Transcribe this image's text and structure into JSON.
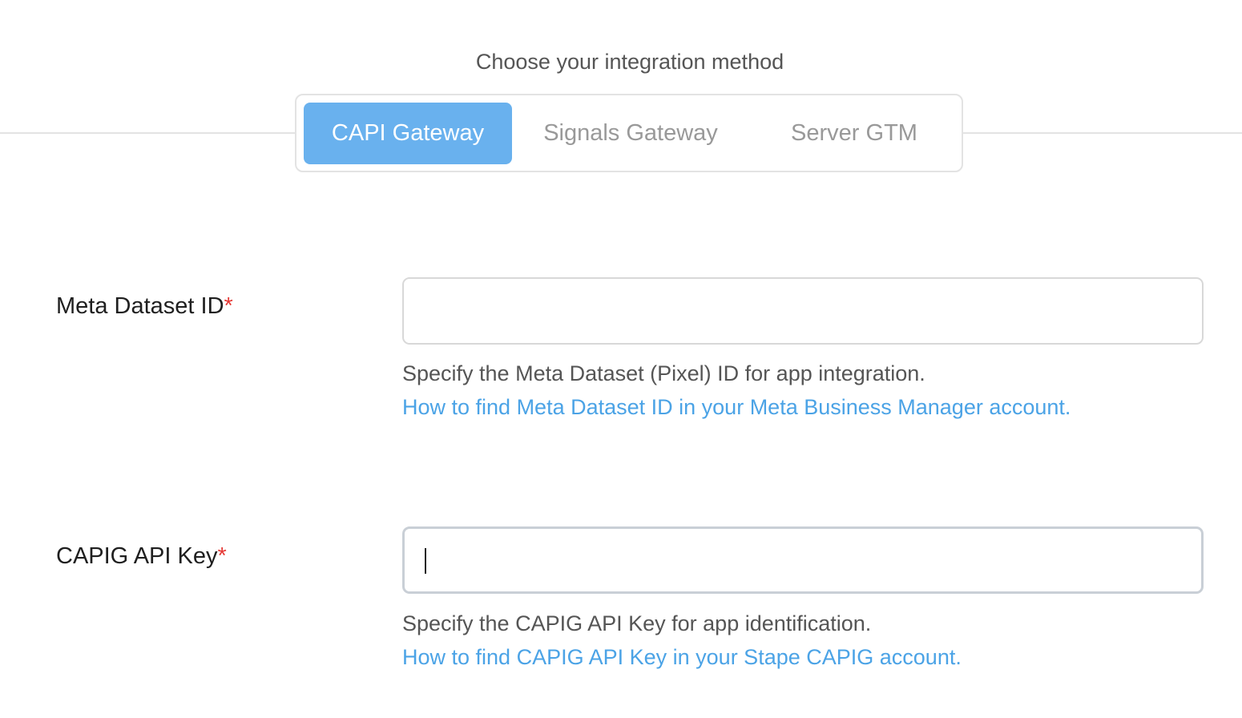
{
  "integration": {
    "title": "Choose your integration method",
    "methods": [
      {
        "label": "CAPI Gateway",
        "active": true
      },
      {
        "label": "Signals Gateway",
        "active": false
      },
      {
        "label": "Server GTM",
        "active": false
      }
    ]
  },
  "fields": [
    {
      "label": "Meta Dataset ID",
      "required_mark": "*",
      "value": "",
      "help": "Specify the Meta Dataset (Pixel) ID for app integration.",
      "link": "How to find Meta Dataset ID in your Meta Business Manager account."
    },
    {
      "label": "CAPIG API Key",
      "required_mark": "*",
      "value": "",
      "help": "Specify the CAPIG API Key for app identification.",
      "link": "How to find CAPIG API Key in your Stape CAPIG account."
    }
  ],
  "colors": {
    "accent": "#69b1ee",
    "link": "#4ba3e6",
    "required": "#e53935"
  }
}
